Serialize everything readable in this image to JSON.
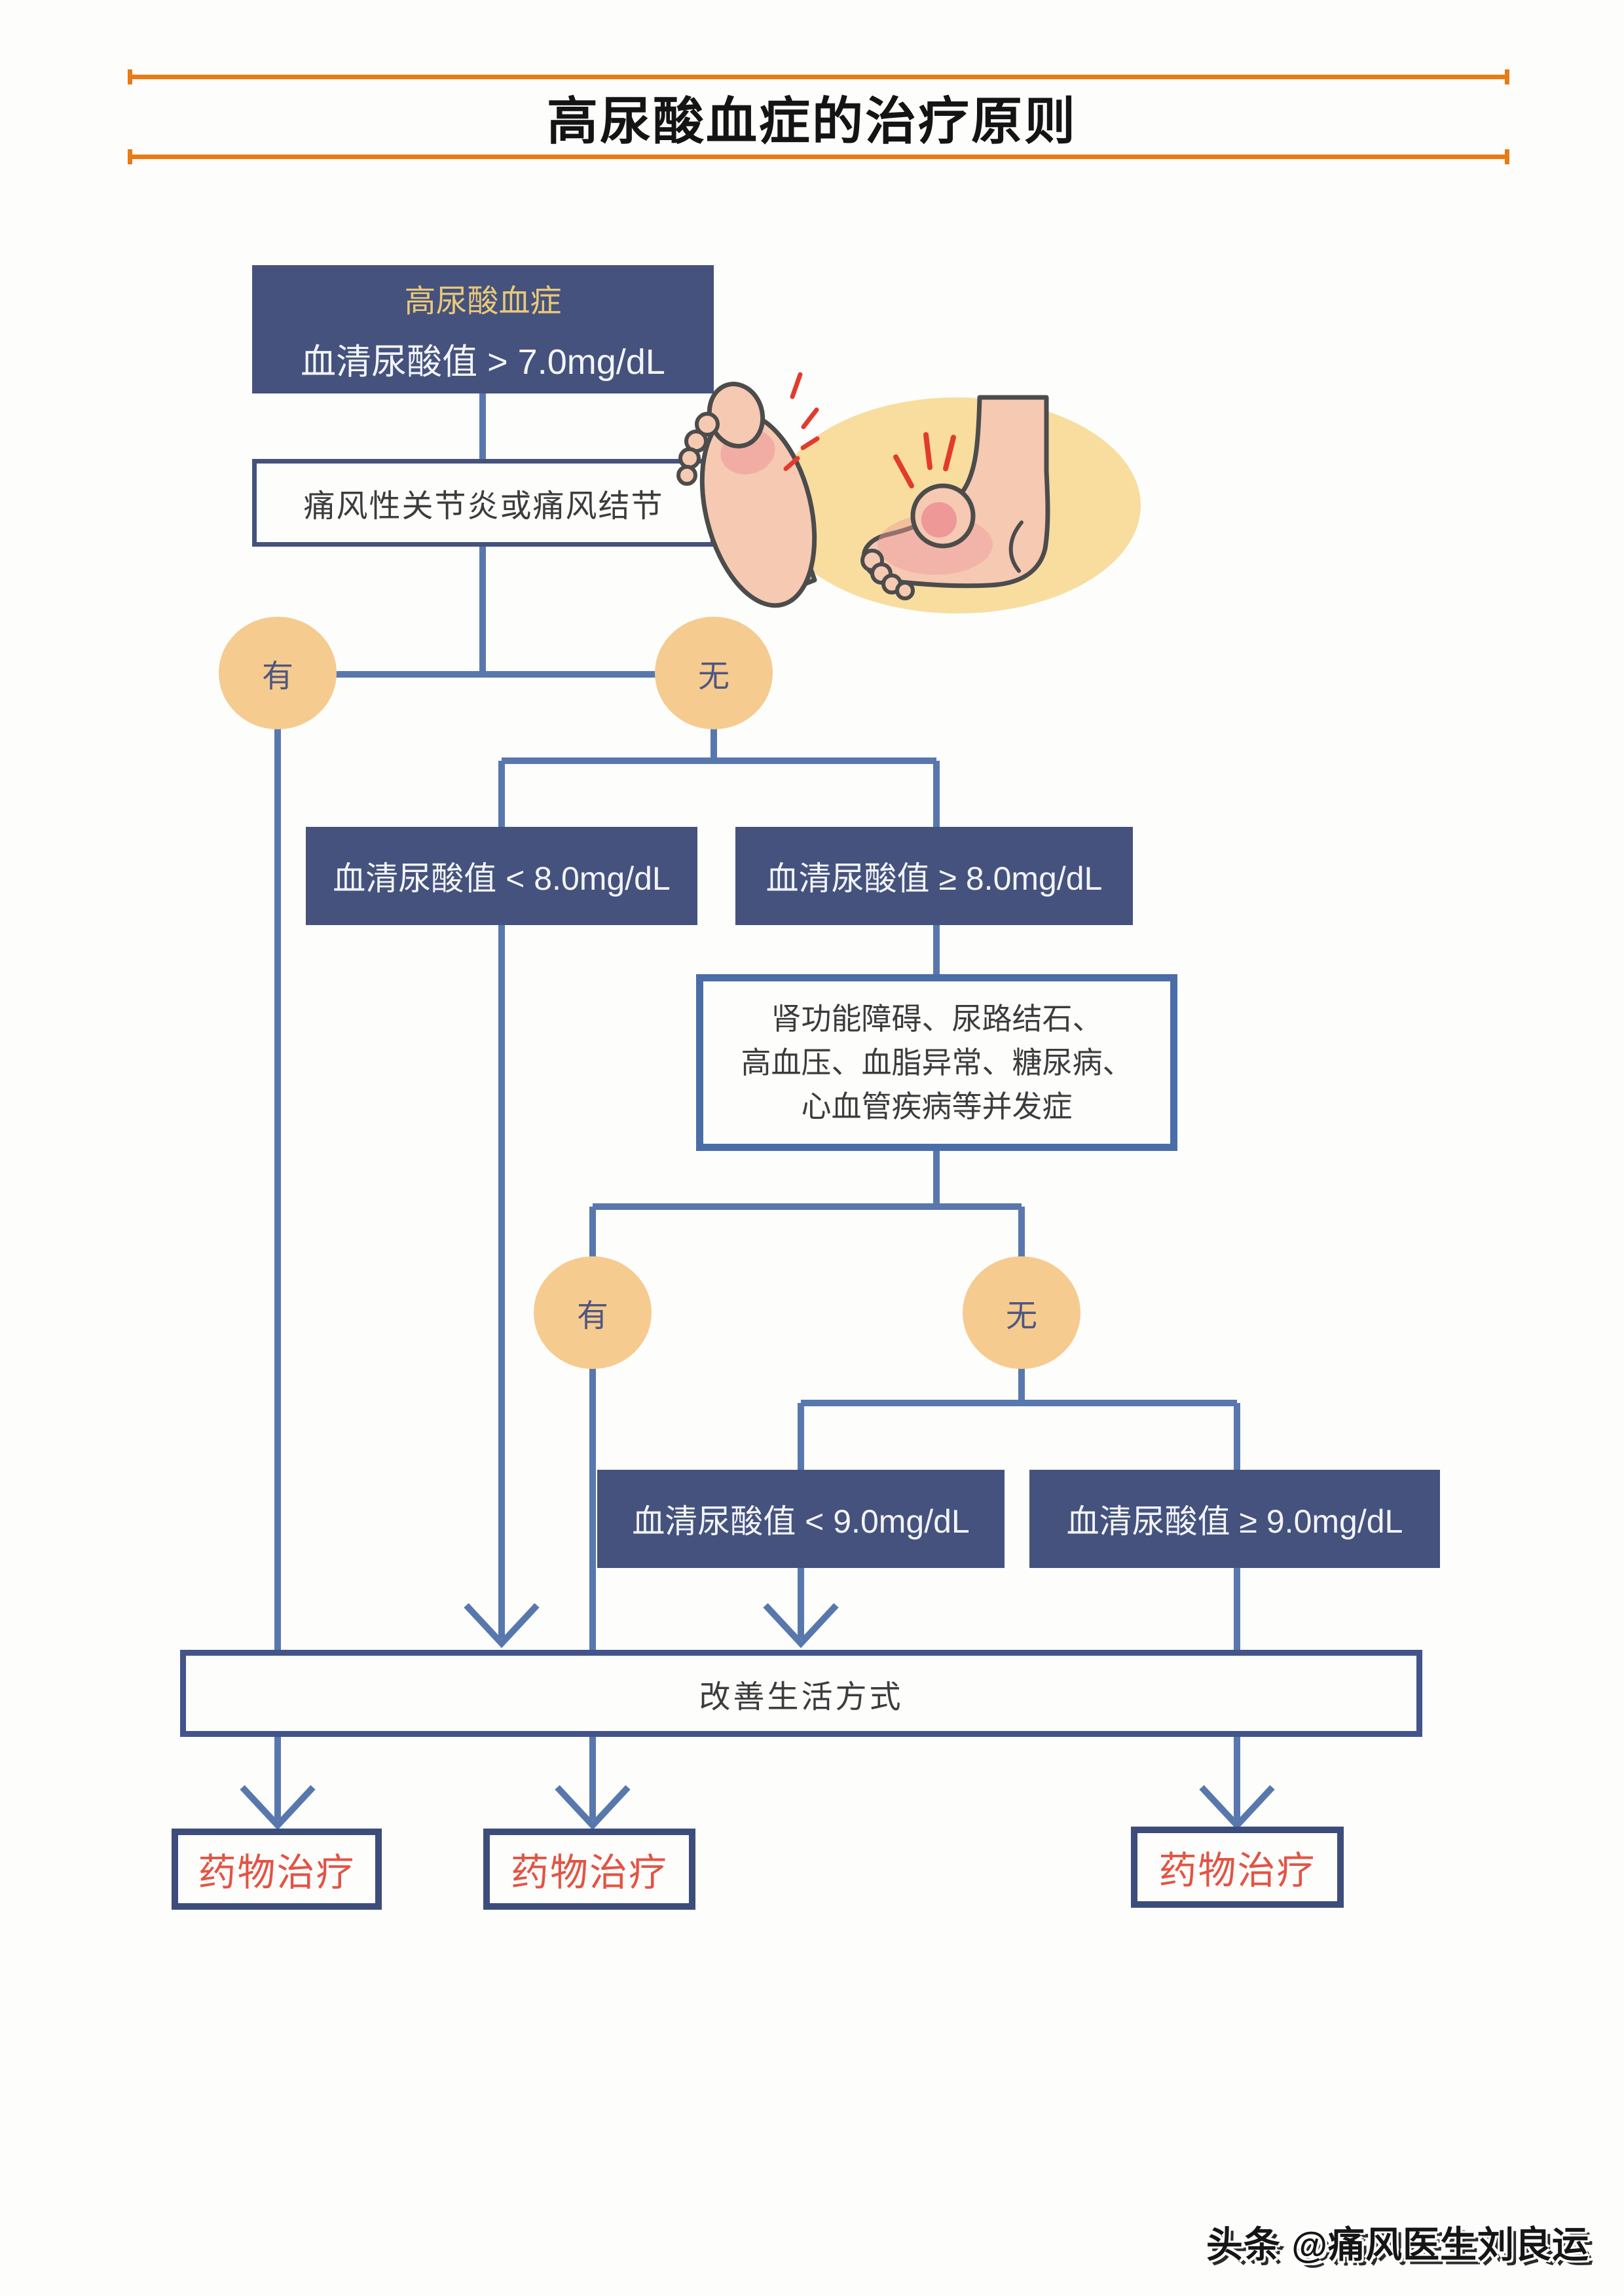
{
  "title": "高尿酸血症的治疗原则",
  "watermark": "头条 @痛风医生刘良运",
  "flowchart": {
    "start_line1": "高尿酸血症",
    "start_line2": "血清尿酸值 > 7.0mg/dL",
    "gout_check": "痛风性关节炎或痛风结节",
    "yes1_label": "有",
    "no1_label": "无",
    "ua_lt8": "血清尿酸值 < 8.0mg/dL",
    "ua_ge8": "血清尿酸值 ≥ 8.0mg/dL",
    "complications_line1": "肾功能障碍、尿路结石、",
    "complications_line2": "高血压、血脂异常、糖尿病、",
    "complications_line3": "心血管疾病等并发症",
    "yes2_label": "有",
    "no2_label": "无",
    "ua_lt9": "血清尿酸值 < 9.0mg/dL",
    "ua_ge9": "血清尿酸值 ≥ 9.0mg/dL",
    "lifestyle": "改善生活方式",
    "drug_therapy_1": "药物治疗",
    "drug_therapy_2": "药物治疗",
    "drug_therapy_3": "药物治疗"
  },
  "icons": {
    "feet": "gout-feet-illustration",
    "pain_marks": "pain-spark-icon",
    "arrows": "arrow-down-chevron-icon"
  },
  "colors": {
    "navy_box": "#45527d",
    "flow_line": "#5878ad",
    "circle_fill": "#f5cb90",
    "circle_text": "#4f5680",
    "gold_text": "#e9c879",
    "box_text_white": "#f2f4f8",
    "accent_orange": "#e97b16",
    "drug_text_red": "#e25444",
    "complication_border": "#4a6da8",
    "illustration_bg": "#f8dd9f",
    "skin": "#f6c9b2",
    "blush": "#ee9b9b"
  }
}
